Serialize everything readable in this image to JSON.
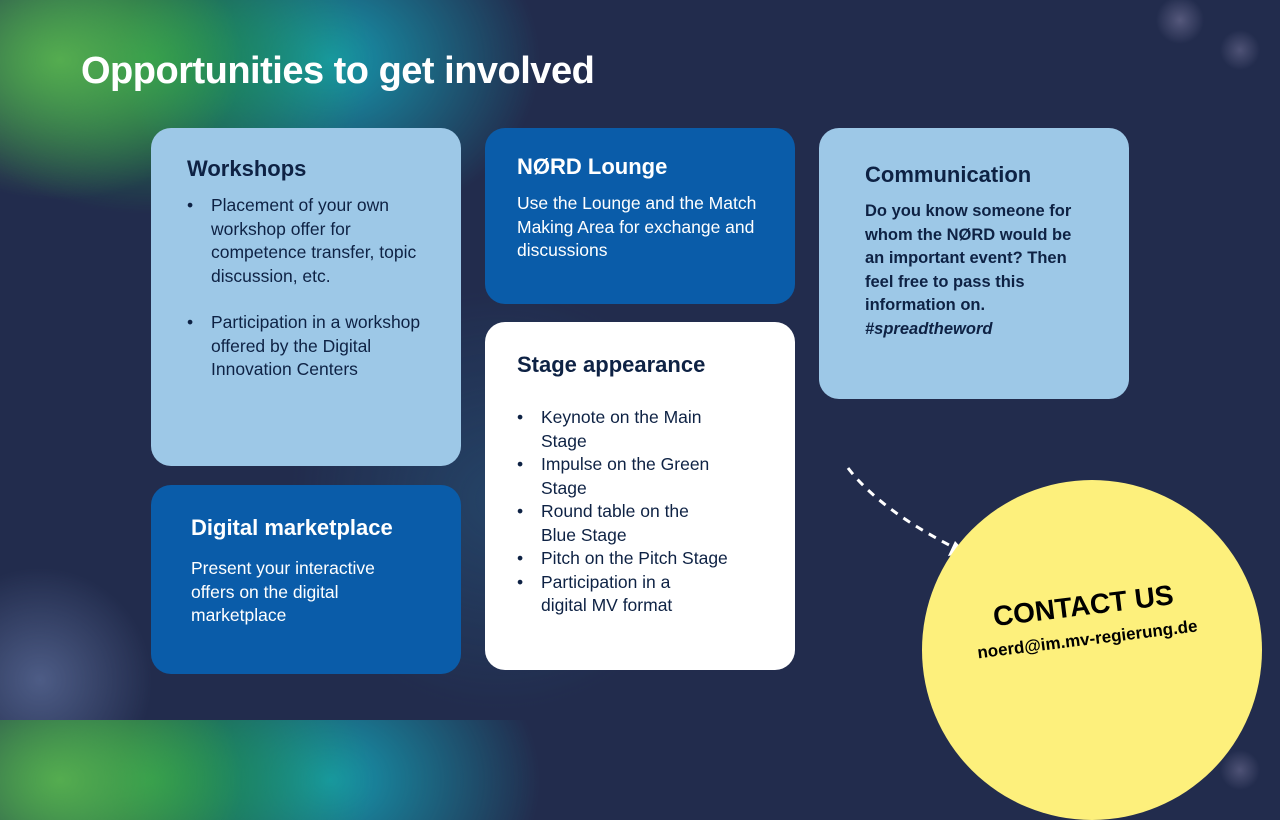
{
  "title": "Opportunities to get involved",
  "workshops": {
    "heading": "Workshops",
    "items": [
      "Placement of your own workshop offer for competence transfer, topic discussion, etc.",
      "Participation in a workshop offered by the Digital Innovation Centers"
    ]
  },
  "lounge": {
    "heading": "NØRD Lounge",
    "text": "Use the Lounge and the Match Making Area for exchange and discussions"
  },
  "communication": {
    "heading": "Communication",
    "text": "Do you know someone for whom the NØRD would be an important event? Then feel free to pass this information on.",
    "hashtag": "#spreadtheword"
  },
  "stage": {
    "heading": "Stage appearance",
    "items": [
      "Keynote on the Main Stage",
      "Impulse on the Green Stage",
      "Round table on the Blue Stage",
      "Pitch on the Pitch Stage",
      "Participation in a digital MV format"
    ]
  },
  "marketplace": {
    "heading": "Digital marketplace",
    "text": "Present your interactive offers on the digital marketplace"
  },
  "contact": {
    "heading": "CONTACT US",
    "email": "noerd@im.mv-regierung.de"
  }
}
